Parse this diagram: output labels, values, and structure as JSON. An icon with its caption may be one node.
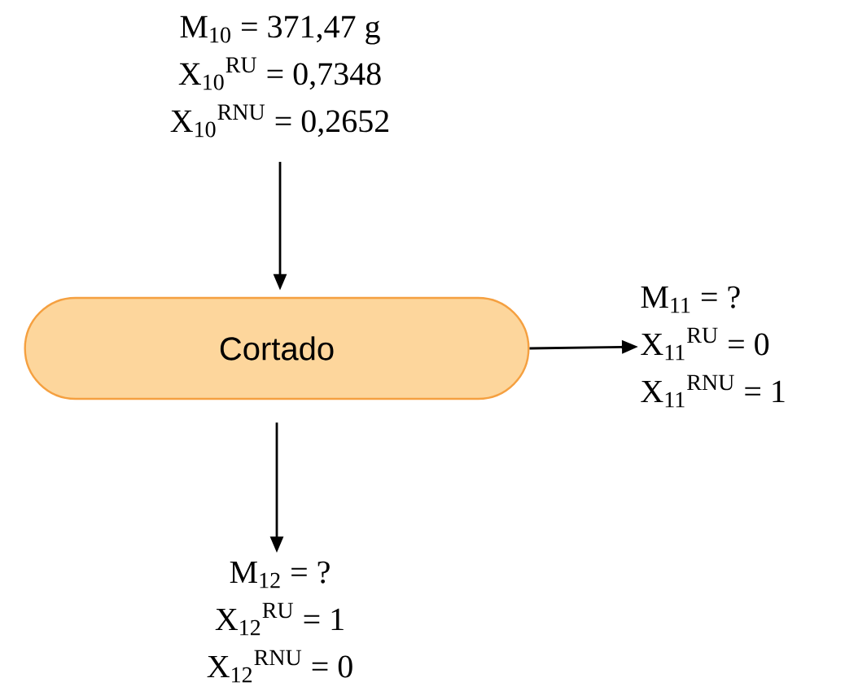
{
  "diagram": {
    "nodes": [
      {
        "text": [
          "M$_{10}$ = 371,47 g",
          "X$_{10}$$^{RU}$ = 0,7348",
          "X$_{10}$$^{RNU}$ = 0,2652"
        ]
      },
      {
        "text": [
          "Cortado"
        ]
      },
      {
        "text": [
          "M$_{11}$ = ?",
          "X$_{11}$$^{RU}$ = 0",
          "X$_{11}$$^{RNU}$ = 1"
        ]
      },
      {
        "text": [
          "M$_{12}$ =  ?",
          "X$_{12}$$^{RU}$ = 1",
          "X$_{12}$$^{RNU}$ = 0"
        ]
      }
    ],
    "edges": [
      {
        "from": 0,
        "to": 1,
        "arrow": "to"
      },
      {
        "from": 1,
        "to": 2,
        "arrow": "to"
      },
      {
        "from": 1,
        "to": 3,
        "arrow": "to"
      }
    ]
  }
}
